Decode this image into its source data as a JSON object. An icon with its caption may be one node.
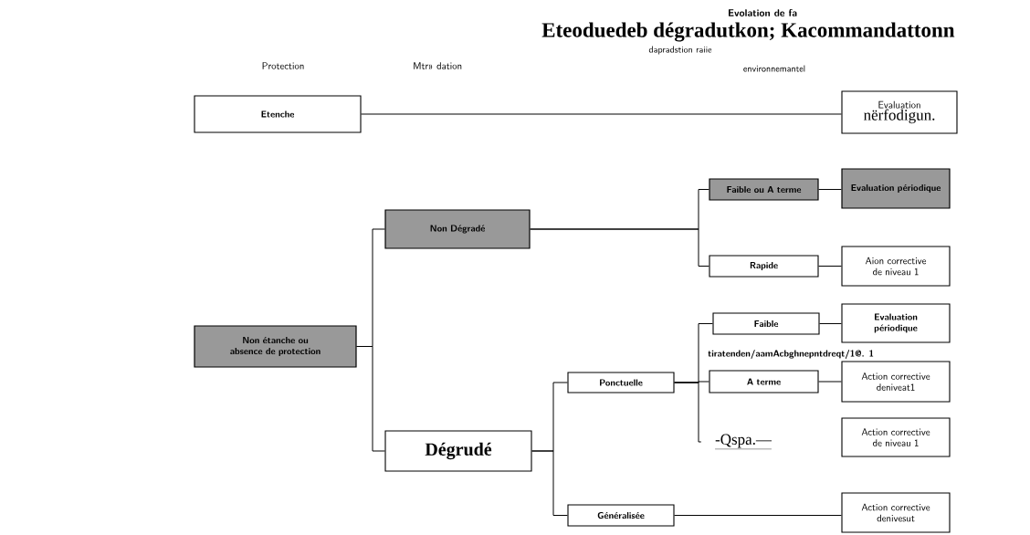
{
  "diagram": {
    "nodes": [
      {
        "text": [
          "Etenche"
        ]
      },
      {
        "text": [
          "Evaluation",
          "nërfodigun."
        ]
      },
      {
        "text": [
          "Non étanche ou absence de protection"
        ]
      },
      {
        "text": [
          "Non Dégradé"
        ]
      },
      {
        "text": [
          "Dégrudé"
        ]
      },
      {
        "text": [
          "Faible ou A terme"
        ]
      },
      {
        "text": [
          "Evaluation périodique"
        ]
      },
      {
        "text": [
          "Rapide"
        ]
      },
      {
        "text": [
          "Aion corrective de niveau 1"
        ]
      },
      {
        "text": [
          "Faible"
        ]
      },
      {
        "text": [
          "Evaluation",
          "périodique"
        ]
      },
      {
        "text": [
          "Ponctuelle"
        ]
      },
      {
        "text": [
          "A terme"
        ]
      },
      {
        "text": [
          "Action corrective deniveat1"
        ]
      },
      {
        "text": [
          "-Qspa.—"
        ]
      },
      {
        "text": [
          "Action corrective de niveau 1"
        ]
      },
      {
        "text": [
          "Généralisée"
        ]
      },
      {
        "text": [
          "Action corrective denivesut"
        ]
      }
    ],
    "edges": [
      {
        "from": 0,
        "to": 1,
        "arrow": "none"
      },
      {
        "from": 2,
        "to": 3,
        "arrow": "none"
      },
      {
        "from": 2,
        "to": 4,
        "arrow": "none"
      },
      {
        "from": 3,
        "to": 5,
        "arrow": "none"
      },
      {
        "from": 3,
        "to": 7,
        "arrow": "none"
      },
      {
        "from": 5,
        "to": 6,
        "arrow": "none"
      },
      {
        "from": 7,
        "to": 8,
        "arrow": "none"
      },
      {
        "from": 9,
        "to": 10,
        "arrow": "none"
      },
      {
        "from": 4,
        "to": 11,
        "arrow": "none"
      },
      {
        "from": 4,
        "to": 16,
        "arrow": "none"
      },
      {
        "from": 11,
        "to": 9,
        "arrow": "none"
      },
      {
        "from": 11,
        "to": 12,
        "arrow": "none"
      },
      {
        "from": 11,
        "to": 14,
        "arrow": "none"
      },
      {
        "from": 12,
        "to": 13,
        "arrow": "none"
      },
      {
        "from": 16,
        "to": 17,
        "arrow": "none"
      }
    ],
    "labels": [
      "Evolation de fa",
      "Protection",
      "Mtr» dation",
      "Eteoduedeb dégradutkon; Kacommandattonn",
      "dapradstion raiie",
      "environnemantel",
      "tiratenden/aamAcbghnepntdreqt/1@. 1"
    ]
  }
}
